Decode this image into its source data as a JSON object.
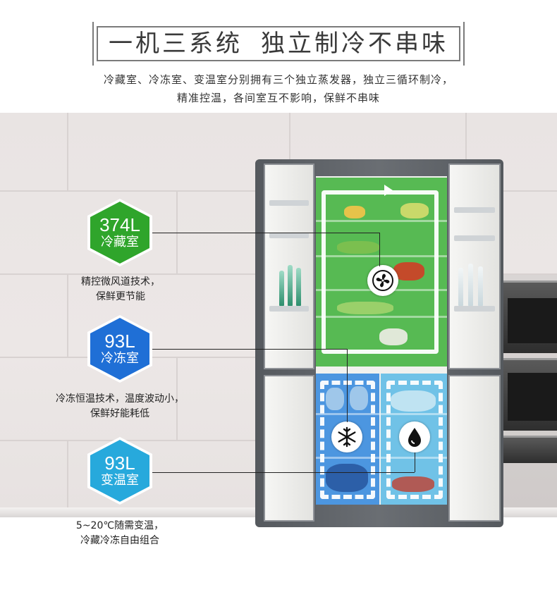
{
  "header": {
    "title_left": "一机三系统",
    "title_right": "独立制冷不串味",
    "subtitle_line1": "冷藏室、冷冻室、变温室分别拥有三个独立蒸发器，独立三循环制冷，",
    "subtitle_line2": "精准控温，各间室互不影响，保鲜不串味"
  },
  "compartments": [
    {
      "id": "fridge",
      "capacity": "374L",
      "name": "冷藏室",
      "desc_line1": "精控微风道技术，",
      "desc_line2": "保鲜更节能",
      "color": "#2fa52b",
      "zone_icon": "fan-icon"
    },
    {
      "id": "freezer",
      "capacity": "93L",
      "name": "冷冻室",
      "desc_line1": "冷冻恒温技术，温度波动小，",
      "desc_line2": "保鲜好能耗低",
      "color": "#1f6fd6",
      "zone_icon": "snowflake-icon"
    },
    {
      "id": "variable",
      "capacity": "93L",
      "name": "变温室",
      "desc_line1": "5~20℃随需变温，",
      "desc_line2": "冷藏冷冻自由组合",
      "color": "#27a9dc",
      "zone_icon": "droplet-icon"
    }
  ]
}
